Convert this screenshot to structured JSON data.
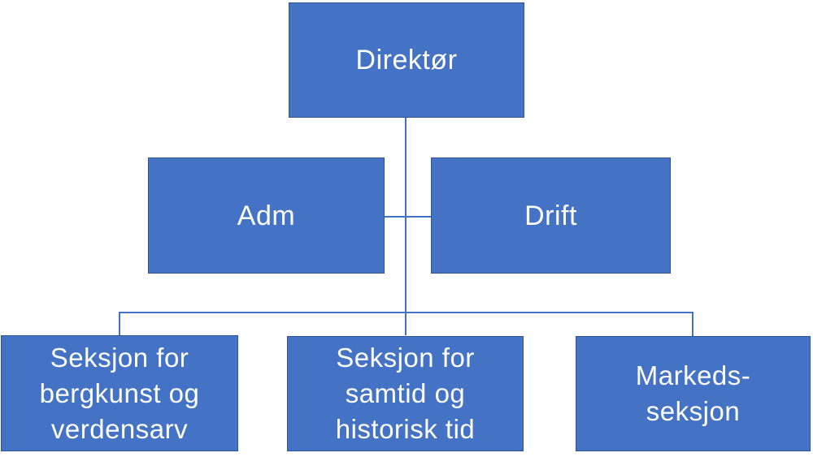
{
  "diagram": {
    "type": "org-chart",
    "colors": {
      "background": "#ffffff",
      "box_fill": "#4472c4",
      "box_border": "#2f5597",
      "line_color": "#4472c4",
      "text_color": "#ffffff"
    },
    "nodes": {
      "direktor": {
        "label": "Direktør"
      },
      "adm": {
        "label": "Adm"
      },
      "drift": {
        "label": "Drift"
      },
      "bergkunst": {
        "label": "Seksjon for\nbergkunst og\nverdensarv"
      },
      "samtid": {
        "label": "Seksjon for\nsamtid og\nhistorisk tid"
      },
      "markeds": {
        "label": "Markeds-\nseksjon"
      }
    },
    "edges": [
      {
        "from": "direktor",
        "to": "adm"
      },
      {
        "from": "direktor",
        "to": "drift"
      },
      {
        "from": "direktor",
        "to": "bergkunst"
      },
      {
        "from": "direktor",
        "to": "samtid"
      },
      {
        "from": "direktor",
        "to": "markeds"
      }
    ]
  }
}
